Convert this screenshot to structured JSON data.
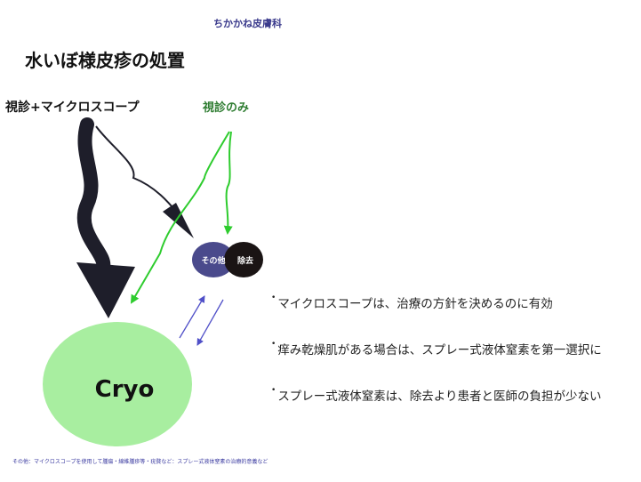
{
  "header": {
    "clinic": "ちかかね皮膚科"
  },
  "slide": {
    "title": "水いぼ様皮疹の処置",
    "path_labels": {
      "dermoscopy": "視診+マイクロスコープ",
      "visual_only": "視診のみ"
    },
    "nodes": {
      "other": "その他",
      "removal": "除去",
      "cryo": "Cryo"
    },
    "bullets": [
      "マイクロスコープは、治療の方針を決めるのに有効",
      "痒み乾燥肌がある場合は、スプレー式液体窒素を第一選択に",
      "スプレー式液体窒素は、除去より患者と医師の負担が少ない"
    ],
    "bullet_marker": "•",
    "footer": "その他：マイクロスコープを使用して腫瘍・線維腫疹等・疣贅など：スプレー式液体窒素の治療的意義など"
  },
  "colors": {
    "black_arrow": "#1e1e2a",
    "green_arrow": "#2ecc2e",
    "cryo_fill": "#a8eea0",
    "other_fill": "#4a4a8c",
    "removal_fill": "#1a1414",
    "blue_arrow": "#5050c8"
  }
}
